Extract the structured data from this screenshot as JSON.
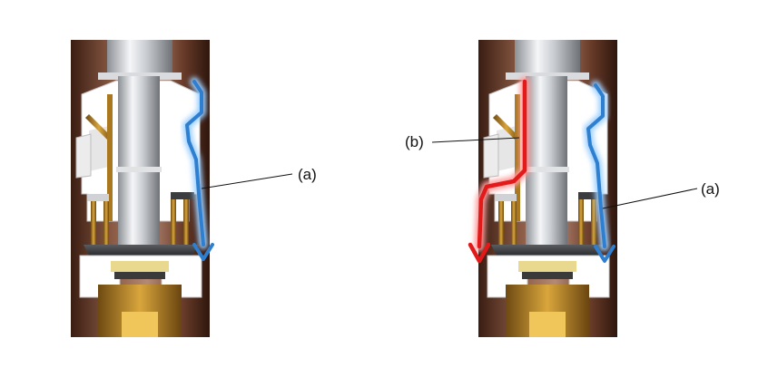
{
  "diagram": {
    "panels": [
      {
        "id": "left",
        "flows": [
          {
            "color": "#2e7fd0",
            "glow": "#9fd0ff"
          }
        ],
        "callouts": [
          {
            "label": "(a)"
          }
        ]
      },
      {
        "id": "right",
        "flows": [
          {
            "color": "#2e7fd0",
            "glow": "#9fd0ff"
          },
          {
            "color": "#e21a1a",
            "glow": "#ff9c9c"
          }
        ],
        "callouts": [
          {
            "label": "(b)"
          },
          {
            "label": "(a)"
          }
        ]
      }
    ]
  }
}
